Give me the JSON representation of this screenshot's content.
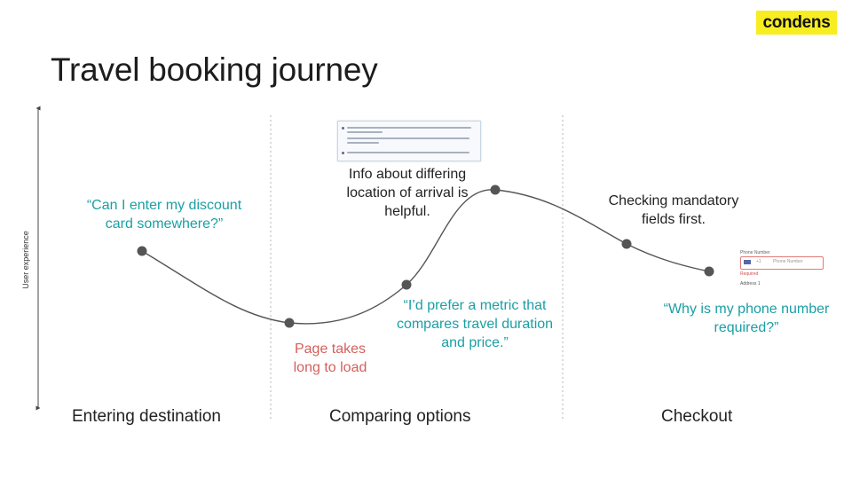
{
  "logo": {
    "text": "condens"
  },
  "title": "Travel booking journey",
  "y_axis_label": "User experience",
  "phases": [
    {
      "label": "Entering destination"
    },
    {
      "label": "Comparing options"
    },
    {
      "label": "Checkout"
    }
  ],
  "notes": {
    "discount": "“Can I enter my discount card somewhere?”",
    "slow_load": "Page takes long to load",
    "arrival_info": "Info about differing location of arrival is helpful.",
    "metric": "“I’d prefer a metric that compares travel duration and price.”",
    "mandatory": "Checking mandatory fields first.",
    "phone": "“Why is my phone number required?”"
  },
  "thumbnail_phone": {
    "field_label": "Phone Number",
    "placeholder": "Phone Number",
    "country_code": "+1",
    "error": "Required",
    "next_field": "Address 1"
  },
  "colors": {
    "teal": "#1b9fa4",
    "red": "#d45f5a",
    "logo_yellow": "#f7ed20",
    "point": "#555555"
  }
}
